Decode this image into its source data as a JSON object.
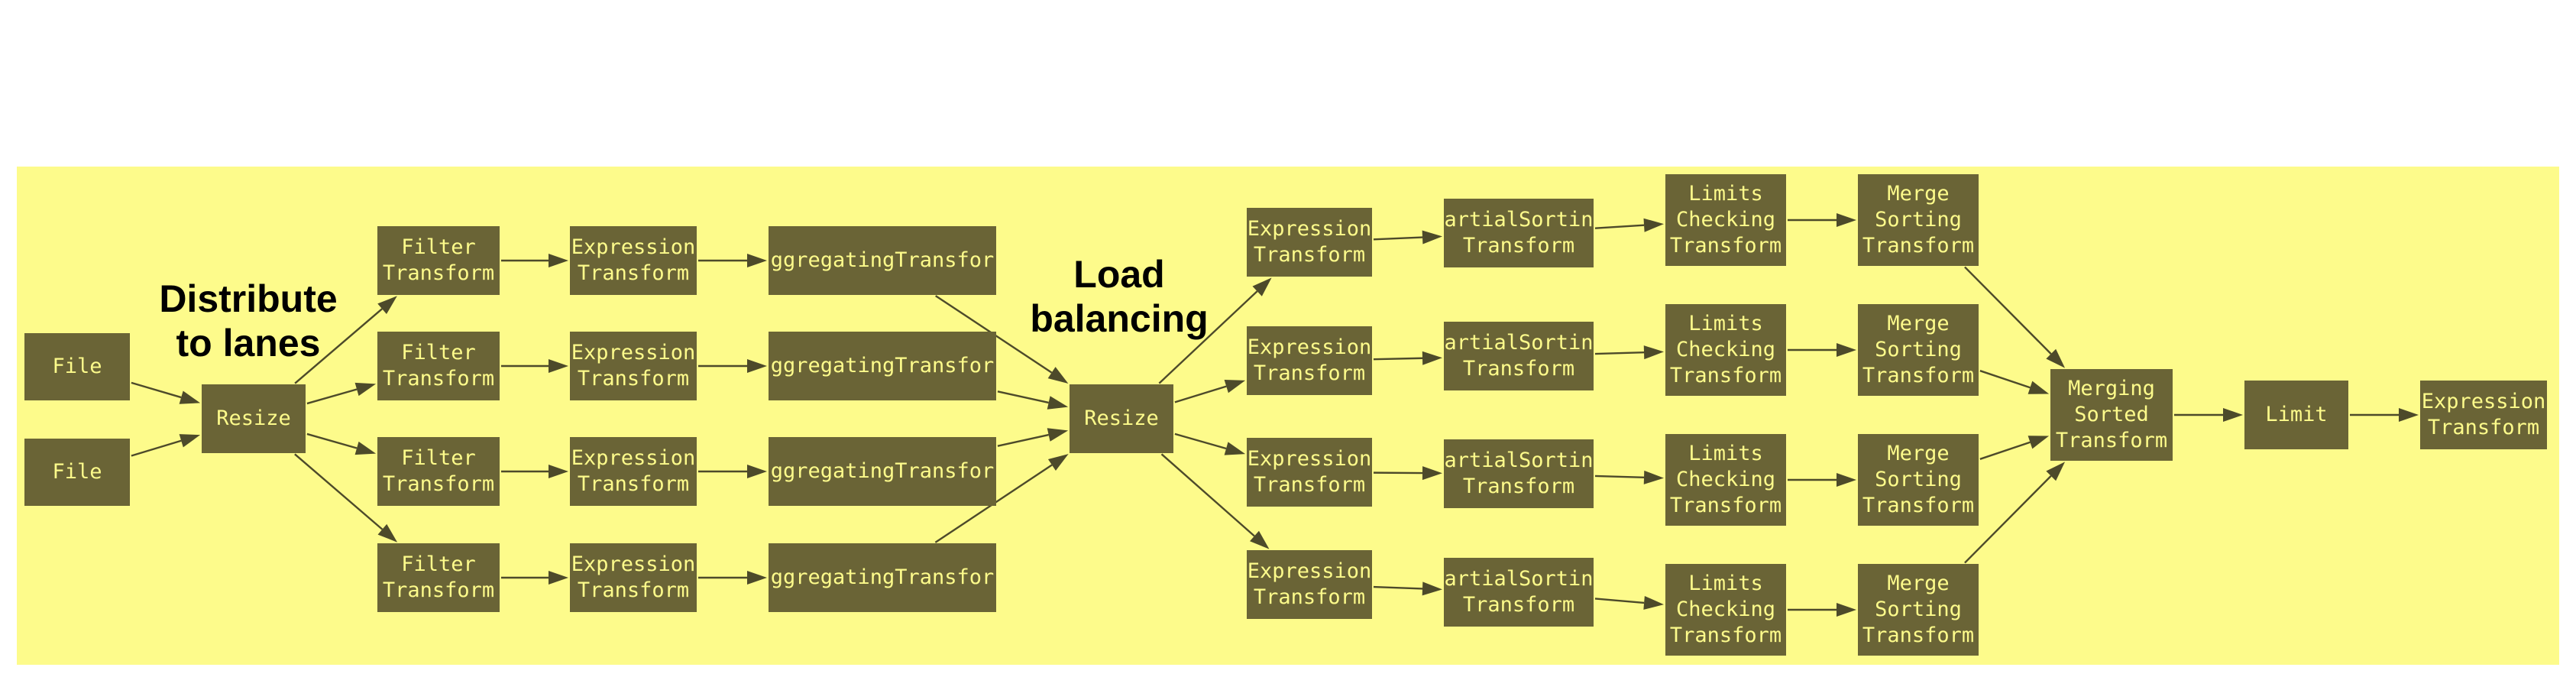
{
  "diagram": {
    "colors": {
      "panel": "#fdfb8b",
      "node_fill": "#6a6436",
      "node_text": "#fdfb8b",
      "edge": "#4d4a2a",
      "label": "#000000"
    },
    "labels": {
      "distribute": "Distribute\nto lanes",
      "load_balancing": "Load\nbalancing"
    },
    "nodes": {
      "file_1": "File",
      "file_2": "File",
      "resize_1": "Resize",
      "filter_1": "Filter\nTransform",
      "filter_2": "Filter\nTransform",
      "filter_3": "Filter\nTransform",
      "filter_4": "Filter\nTransform",
      "expr_a1": "Expression\nTransform",
      "expr_a2": "Expression\nTransform",
      "expr_a3": "Expression\nTransform",
      "expr_a4": "Expression\nTransform",
      "agg_1": "ggregatingTransfor",
      "agg_2": "ggregatingTransfor",
      "agg_3": "ggregatingTransfor",
      "agg_4": "ggregatingTransfor",
      "resize_2": "Resize",
      "expr_b1": "Expression\nTransform",
      "expr_b2": "Expression\nTransform",
      "expr_b3": "Expression\nTransform",
      "expr_b4": "Expression\nTransform",
      "psort_1": "artialSortin\nTransform",
      "psort_2": "artialSortin\nTransform",
      "psort_3": "artialSortin\nTransform",
      "psort_4": "artialSortin\nTransform",
      "limits_1": "Limits\nChecking\nTransform",
      "limits_2": "Limits\nChecking\nTransform",
      "limits_3": "Limits\nChecking\nTransform",
      "limits_4": "Limits\nChecking\nTransform",
      "msort_1": "Merge\nSorting\nTransform",
      "msort_2": "Merge\nSorting\nTransform",
      "msort_3": "Merge\nSorting\nTransform",
      "msort_4": "Merge\nSorting\nTransform",
      "merging_sorted": "Merging\nSorted\nTransform",
      "limit": "Limit",
      "expr_final": "Expression\nTransform"
    },
    "edges": [
      [
        "file_1",
        "resize_1"
      ],
      [
        "file_2",
        "resize_1"
      ],
      [
        "resize_1",
        "filter_1"
      ],
      [
        "resize_1",
        "filter_2"
      ],
      [
        "resize_1",
        "filter_3"
      ],
      [
        "resize_1",
        "filter_4"
      ],
      [
        "filter_1",
        "expr_a1"
      ],
      [
        "filter_2",
        "expr_a2"
      ],
      [
        "filter_3",
        "expr_a3"
      ],
      [
        "filter_4",
        "expr_a4"
      ],
      [
        "expr_a1",
        "agg_1"
      ],
      [
        "expr_a2",
        "agg_2"
      ],
      [
        "expr_a3",
        "agg_3"
      ],
      [
        "expr_a4",
        "agg_4"
      ],
      [
        "agg_1",
        "resize_2"
      ],
      [
        "agg_2",
        "resize_2"
      ],
      [
        "agg_3",
        "resize_2"
      ],
      [
        "agg_4",
        "resize_2"
      ],
      [
        "resize_2",
        "expr_b1"
      ],
      [
        "resize_2",
        "expr_b2"
      ],
      [
        "resize_2",
        "expr_b3"
      ],
      [
        "resize_2",
        "expr_b4"
      ],
      [
        "expr_b1",
        "psort_1"
      ],
      [
        "expr_b2",
        "psort_2"
      ],
      [
        "expr_b3",
        "psort_3"
      ],
      [
        "expr_b4",
        "psort_4"
      ],
      [
        "psort_1",
        "limits_1"
      ],
      [
        "psort_2",
        "limits_2"
      ],
      [
        "psort_3",
        "limits_3"
      ],
      [
        "psort_4",
        "limits_4"
      ],
      [
        "limits_1",
        "msort_1"
      ],
      [
        "limits_2",
        "msort_2"
      ],
      [
        "limits_3",
        "msort_3"
      ],
      [
        "limits_4",
        "msort_4"
      ],
      [
        "msort_1",
        "merging_sorted"
      ],
      [
        "msort_2",
        "merging_sorted"
      ],
      [
        "msort_3",
        "merging_sorted"
      ],
      [
        "msort_4",
        "merging_sorted"
      ],
      [
        "merging_sorted",
        "limit"
      ],
      [
        "limit",
        "expr_final"
      ]
    ]
  }
}
